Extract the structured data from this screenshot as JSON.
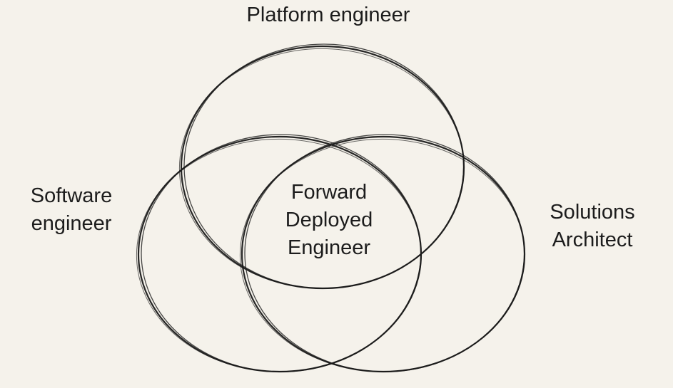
{
  "diagram": {
    "type": "venn",
    "stroke_color": "#1a1a1a",
    "background_color": "#f5f2eb",
    "sets": [
      {
        "id": "platform",
        "lines": [
          "Platform engineer"
        ]
      },
      {
        "id": "software",
        "lines": [
          "Software",
          "engineer"
        ]
      },
      {
        "id": "solutions",
        "lines": [
          "Solutions",
          "Architect"
        ]
      }
    ],
    "intersection": {
      "lines": [
        "Forward",
        "Deployed",
        "Engineer"
      ]
    }
  }
}
